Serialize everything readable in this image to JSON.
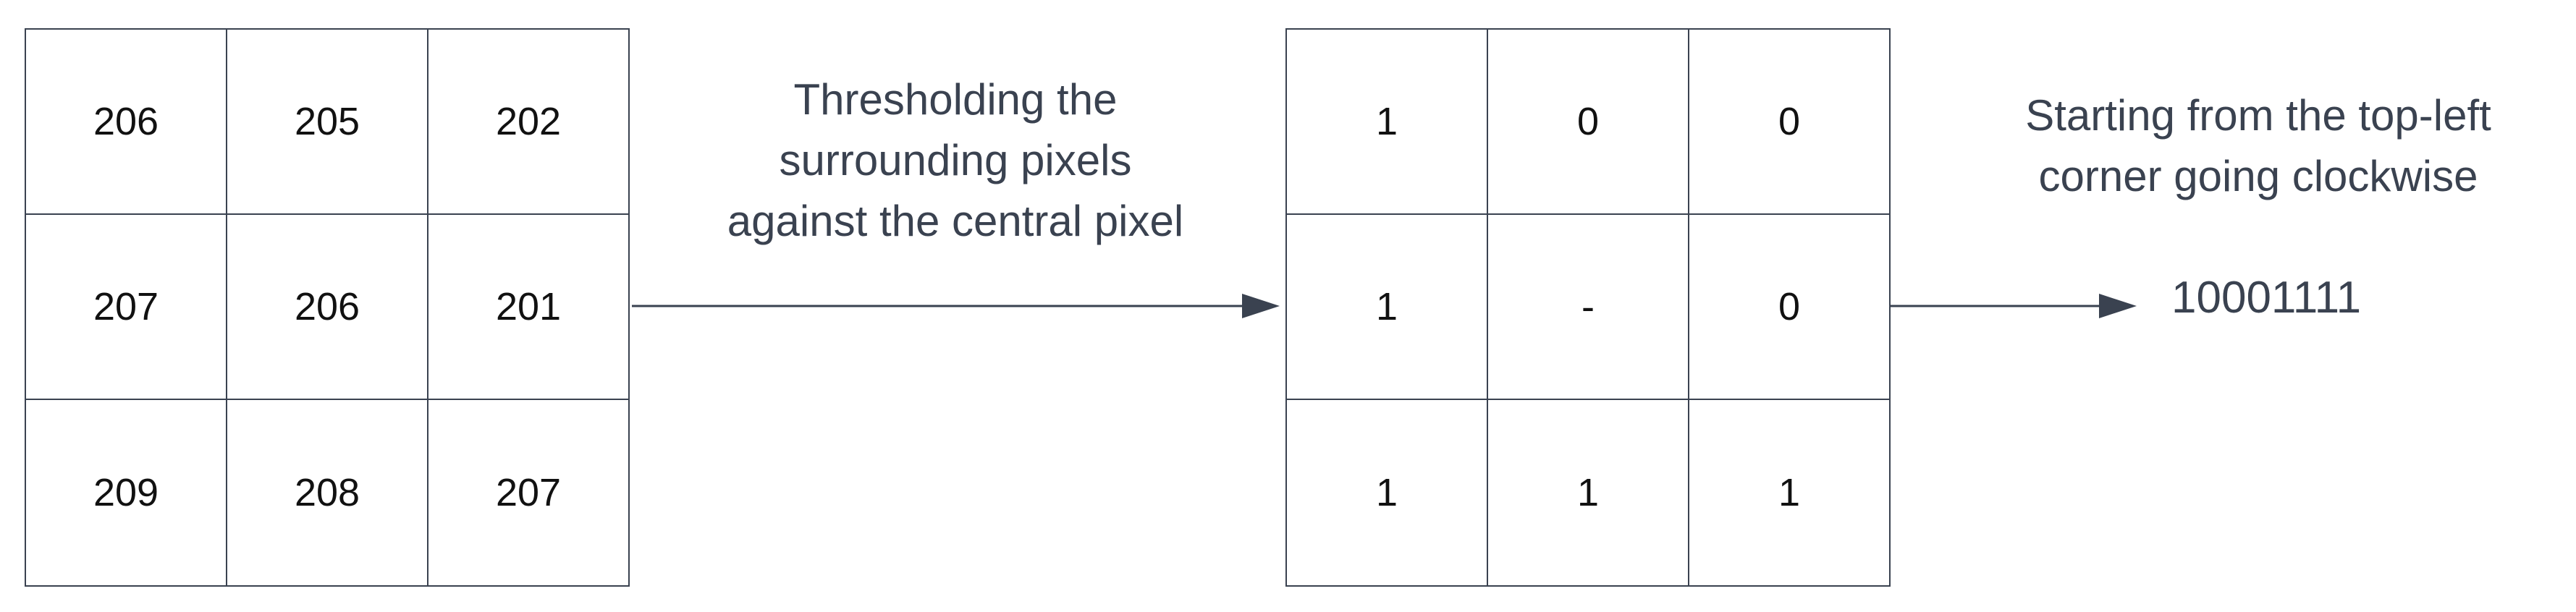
{
  "input_grid": [
    [
      "206",
      "205",
      "202"
    ],
    [
      "207",
      "206",
      "201"
    ],
    [
      "209",
      "208",
      "207"
    ]
  ],
  "threshold_label": [
    "Thresholding the",
    "surrounding pixels",
    "against the central pixel"
  ],
  "binary_grid": [
    [
      "1",
      "0",
      "0"
    ],
    [
      "1",
      "-",
      "0"
    ],
    [
      "1",
      "1",
      "1"
    ]
  ],
  "order_label": [
    "Starting from the top-left",
    "corner going clockwise"
  ],
  "binary_result": "10001111",
  "colors": {
    "line": "#3a4250",
    "text": "#111111",
    "label": "#3a4250"
  }
}
